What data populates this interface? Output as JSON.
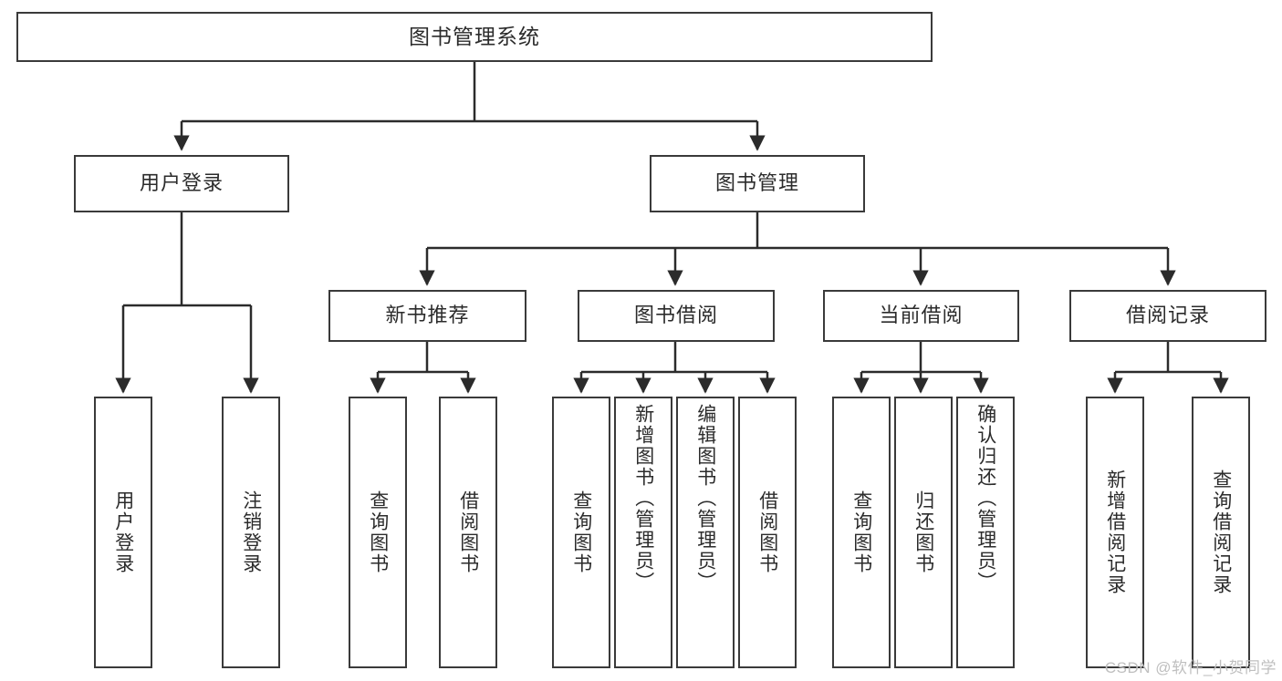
{
  "diagram": {
    "title": "图书管理系统",
    "type": "tree-hierarchy-chart",
    "colors": {
      "box_border": "#3a3a3a",
      "box_fill": "#ffffff",
      "edge": "#2b2b2b",
      "text": "#2b2b2b",
      "watermark": "#bfbfbf",
      "background": "#ffffff"
    },
    "root": {
      "label": "图书管理系统"
    },
    "level2": [
      {
        "label": "用户登录"
      },
      {
        "label": "图书管理"
      }
    ],
    "level3": [
      {
        "label": "新书推荐"
      },
      {
        "label": "图书借阅"
      },
      {
        "label": "当前借阅"
      },
      {
        "label": "借阅记录"
      }
    ],
    "leaves": {
      "user_login": [
        {
          "label": "用户登录"
        },
        {
          "label": "注销登录"
        }
      ],
      "new_book_recommend": [
        {
          "label": "查询图书"
        },
        {
          "label": "借阅图书"
        }
      ],
      "book_borrow": [
        {
          "label": "查询图书"
        },
        {
          "label": "新增图书（管理员）"
        },
        {
          "label": "编辑图书（管理员）"
        },
        {
          "label": "借阅图书"
        }
      ],
      "current_borrow": [
        {
          "label": "查询图书"
        },
        {
          "label": "归还图书"
        },
        {
          "label": "确认归还（管理员）"
        }
      ],
      "borrow_record": [
        {
          "label": "新增借阅记录"
        },
        {
          "label": "查询借阅记录"
        }
      ]
    },
    "watermark": "CSDN @软件_小贺同学"
  }
}
